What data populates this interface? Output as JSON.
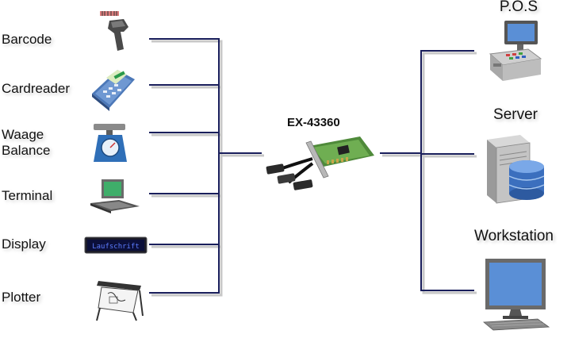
{
  "center": {
    "title": "EX-43360",
    "icon": "pci-serial-card-icon"
  },
  "left_devices": [
    {
      "label": "Barcode",
      "icon": "barcode-scanner-icon"
    },
    {
      "label": "Cardreader",
      "icon": "card-reader-icon"
    },
    {
      "label": "Waage\nBalance",
      "icon": "scale-icon"
    },
    {
      "label": "Terminal",
      "icon": "terminal-icon"
    },
    {
      "label": "Display",
      "icon": "led-display-icon",
      "display_text": "Laufschrift"
    },
    {
      "label": "Plotter",
      "icon": "plotter-icon"
    }
  ],
  "right_devices": [
    {
      "label": "P.O.S",
      "icon": "pos-terminal-icon"
    },
    {
      "label": "Server",
      "icon": "server-icon"
    },
    {
      "label": "Workstation",
      "icon": "workstation-icon"
    }
  ],
  "colors": {
    "line": "#1a1f5c",
    "line_shadow": "#c8c8c8"
  }
}
